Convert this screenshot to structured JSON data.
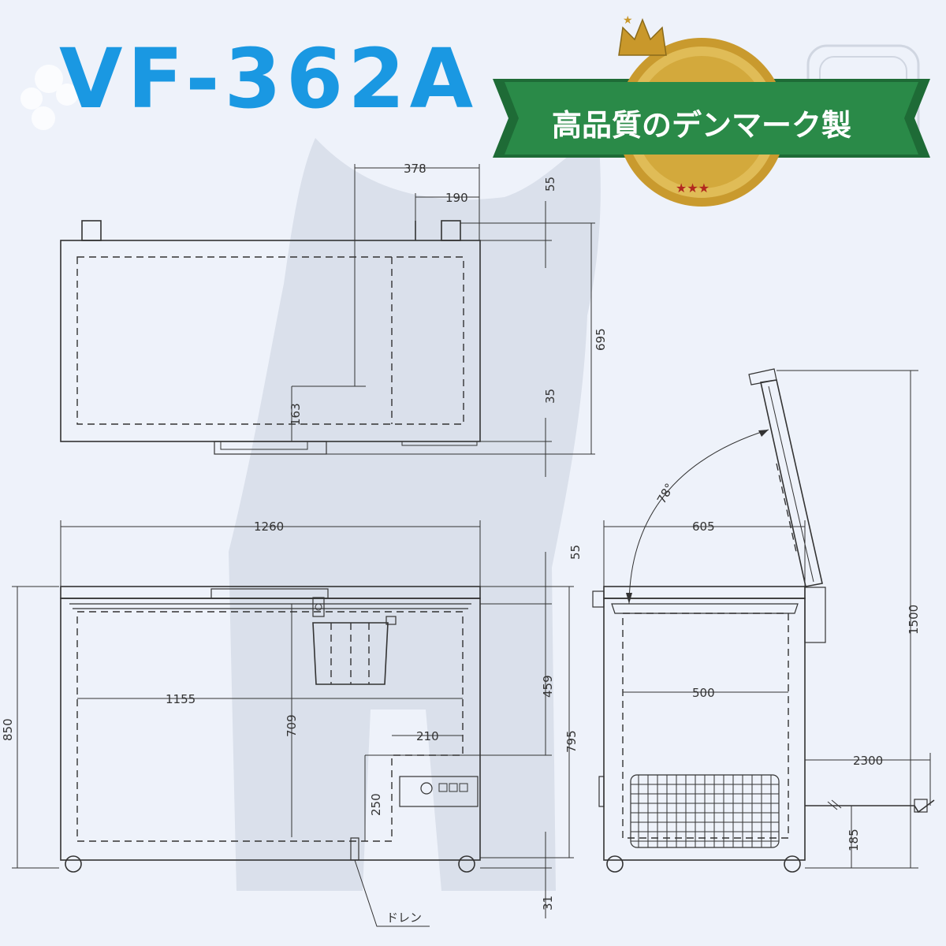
{
  "model": "VF-362A",
  "banner": {
    "text": "高品質のデンマーク製",
    "stars": "★★★"
  },
  "colors": {
    "title_blue": "#1a98e2",
    "ribbon_green": "#2a8a48",
    "medal_gold": "#d3a93c",
    "line": "#333333",
    "background": "#eef2fa"
  },
  "icons": [
    "crown-icon",
    "paw-icon",
    "stamp-icon"
  ],
  "dimensions": {
    "top_width_to_center": "378",
    "top_offset": "190",
    "top_handle_height": "55",
    "top_depth": "695",
    "top_center_offset": "163",
    "top_bottom_gap": "35",
    "overall_width": "1260",
    "lid_thickness": "55",
    "overall_height": "850",
    "inner_width": "1155",
    "inner_depth": "709",
    "upper_section": "459",
    "body_height": "795",
    "step_width": "210",
    "step_height": "250",
    "caster_height": "31",
    "side_width": "605",
    "lid_angle": "78°",
    "side_inner_width": "500",
    "cord_length": "2300",
    "height_open": "1500",
    "cord_height": "185"
  },
  "labels": {
    "drain": "ドレン"
  }
}
